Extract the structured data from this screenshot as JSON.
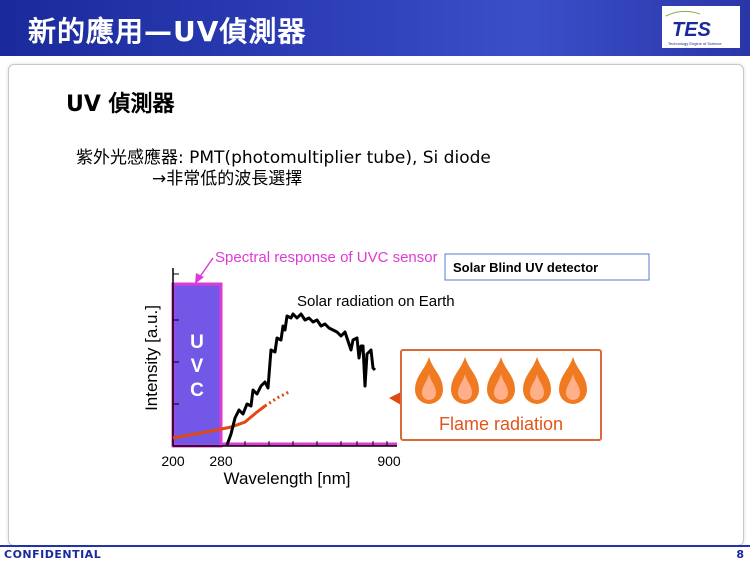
{
  "header": {
    "title": "新的應用—UV偵測器"
  },
  "logo": {
    "text": "TES",
    "subtext": "Technology Engine of Science"
  },
  "content": {
    "heading": "UV 偵測器",
    "line1": "紫外光感應器:  PMT(photomultiplier tube), Si diode",
    "line2": "→非常低的波長選擇"
  },
  "chart_data": {
    "type": "line",
    "xlabel": "Wavelength [nm]",
    "ylabel": "Intensity [a.u.]",
    "x_ticks": [
      "200",
      "280",
      "900"
    ],
    "uvc_letters": [
      "U",
      "V",
      "C"
    ],
    "annotations": {
      "sensor": "Spectral response of UVC sensor",
      "solar": "Solar radiation on Earth",
      "detector_box": "Solar Blind UV detector",
      "flame": "Flame radiation"
    },
    "colors": {
      "uvc": "#7357e6",
      "magenta": "#e03ad6",
      "flame_line": "#e04a12",
      "box_border": "#d96a3a",
      "flame_text": "#e0561a"
    }
  },
  "footer": {
    "left": "CONFIDENTIAL",
    "page": "8"
  }
}
